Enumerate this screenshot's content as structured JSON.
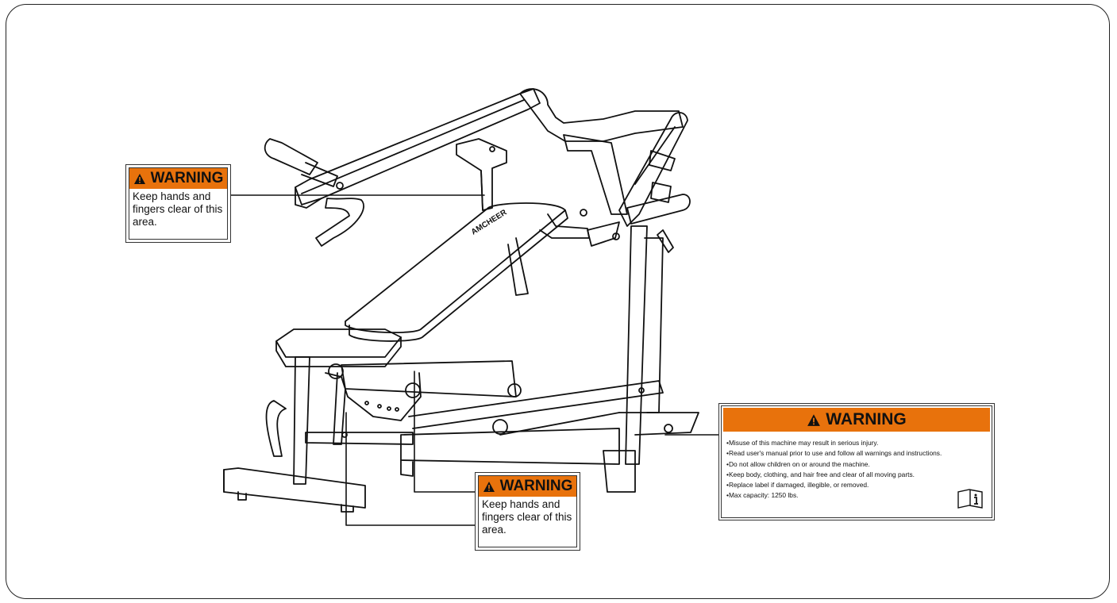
{
  "labels": {
    "warning_small_1": {
      "title": "WARNING",
      "text": "Keep hands and fingers clear of this area.",
      "icon": "warning-triangle-icon",
      "color": "#e8720c"
    },
    "warning_small_2": {
      "title": "WARNING",
      "text": "Keep hands and fingers clear of this area.",
      "icon": "warning-triangle-icon",
      "color": "#e8720c"
    },
    "warning_main": {
      "title": "WARNING",
      "icon": "warning-triangle-icon",
      "color": "#e8720c",
      "items": [
        "Misuse of this machine may result in serious injury.",
        "Read user's manual prior to use and follow all warnings and instructions.",
        "Do not allow children on or around the machine.",
        "Keep body, clothing, and hair free and clear of all moving parts.",
        "Replace label if damaged, illegible, or removed.",
        "Max capacity: 1250 lbs."
      ],
      "manual_icon": "read-manual-icon"
    }
  },
  "machine": {
    "brand_text": "AMCHEER"
  }
}
